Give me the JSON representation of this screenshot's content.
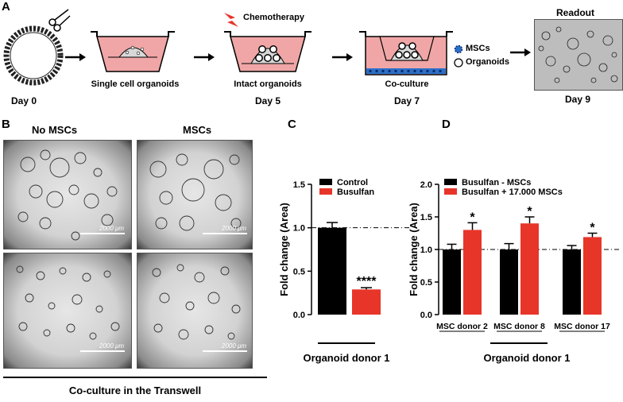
{
  "panels": {
    "a": "A",
    "b": "B",
    "c": "C",
    "d": "D"
  },
  "schematic": {
    "stage1_label": "Day 0",
    "stage2_caption": "Single cell organoids",
    "stage3_caption": "Intact organoids",
    "stage3_day": "Day 5",
    "stage3_treatment": "Chemotherapy",
    "stage4_caption": "Co-culture",
    "stage4_day": "Day 7",
    "legend_mscs": "MSCs",
    "legend_organoids": "Organoids",
    "stage5_title": "Readout",
    "stage5_day": "Day 9",
    "colors": {
      "medium": "#f0a6a6",
      "msc_layer": "#2b6fc9",
      "treatment": "#e8352a"
    }
  },
  "micrographs": {
    "col_no_mscs": "No MSCs",
    "col_mscs": "MSCs",
    "scale_label": "2000 μm",
    "footer": "Co-culture in the Transwell"
  },
  "chart_data": [
    {
      "type": "bar",
      "categories": [
        "Control",
        "Busulfan"
      ],
      "values": [
        1.0,
        0.29
      ],
      "errors": [
        0.06,
        0.02
      ],
      "colors": [
        "#000000",
        "#e8352a"
      ],
      "legend": [
        "Control",
        "Busulfan"
      ],
      "ylabel": "Fold change (Area)",
      "xlabel": "Organoid donor 1",
      "ylim": [
        0,
        1.5
      ],
      "yticks": [
        "0.0",
        "0.5",
        "1.0",
        "1.5"
      ],
      "reference_line": 1.0,
      "significance": "****"
    },
    {
      "type": "bar",
      "categories": [
        "MSC donor 2",
        "MSC donor 8",
        "MSC donor 17"
      ],
      "series": [
        {
          "name": "Busulfan - MSCs",
          "values": [
            1.0,
            1.0,
            1.0
          ],
          "errors": [
            0.08,
            0.09,
            0.06
          ],
          "color": "#000000"
        },
        {
          "name": "Busulfan + 17.000 MSCs",
          "values": [
            1.3,
            1.4,
            1.19
          ],
          "errors": [
            0.11,
            0.1,
            0.06
          ],
          "color": "#e8352a"
        }
      ],
      "significance": [
        "*",
        "*",
        "*"
      ],
      "ylabel": "Fold change (Area)",
      "xlabel": "Organoid donor 1",
      "ylim": [
        0,
        2.0
      ],
      "yticks": [
        "0.0",
        "0.5",
        "1.0",
        "1.5",
        "2.0"
      ],
      "reference_line": 1.0
    }
  ]
}
